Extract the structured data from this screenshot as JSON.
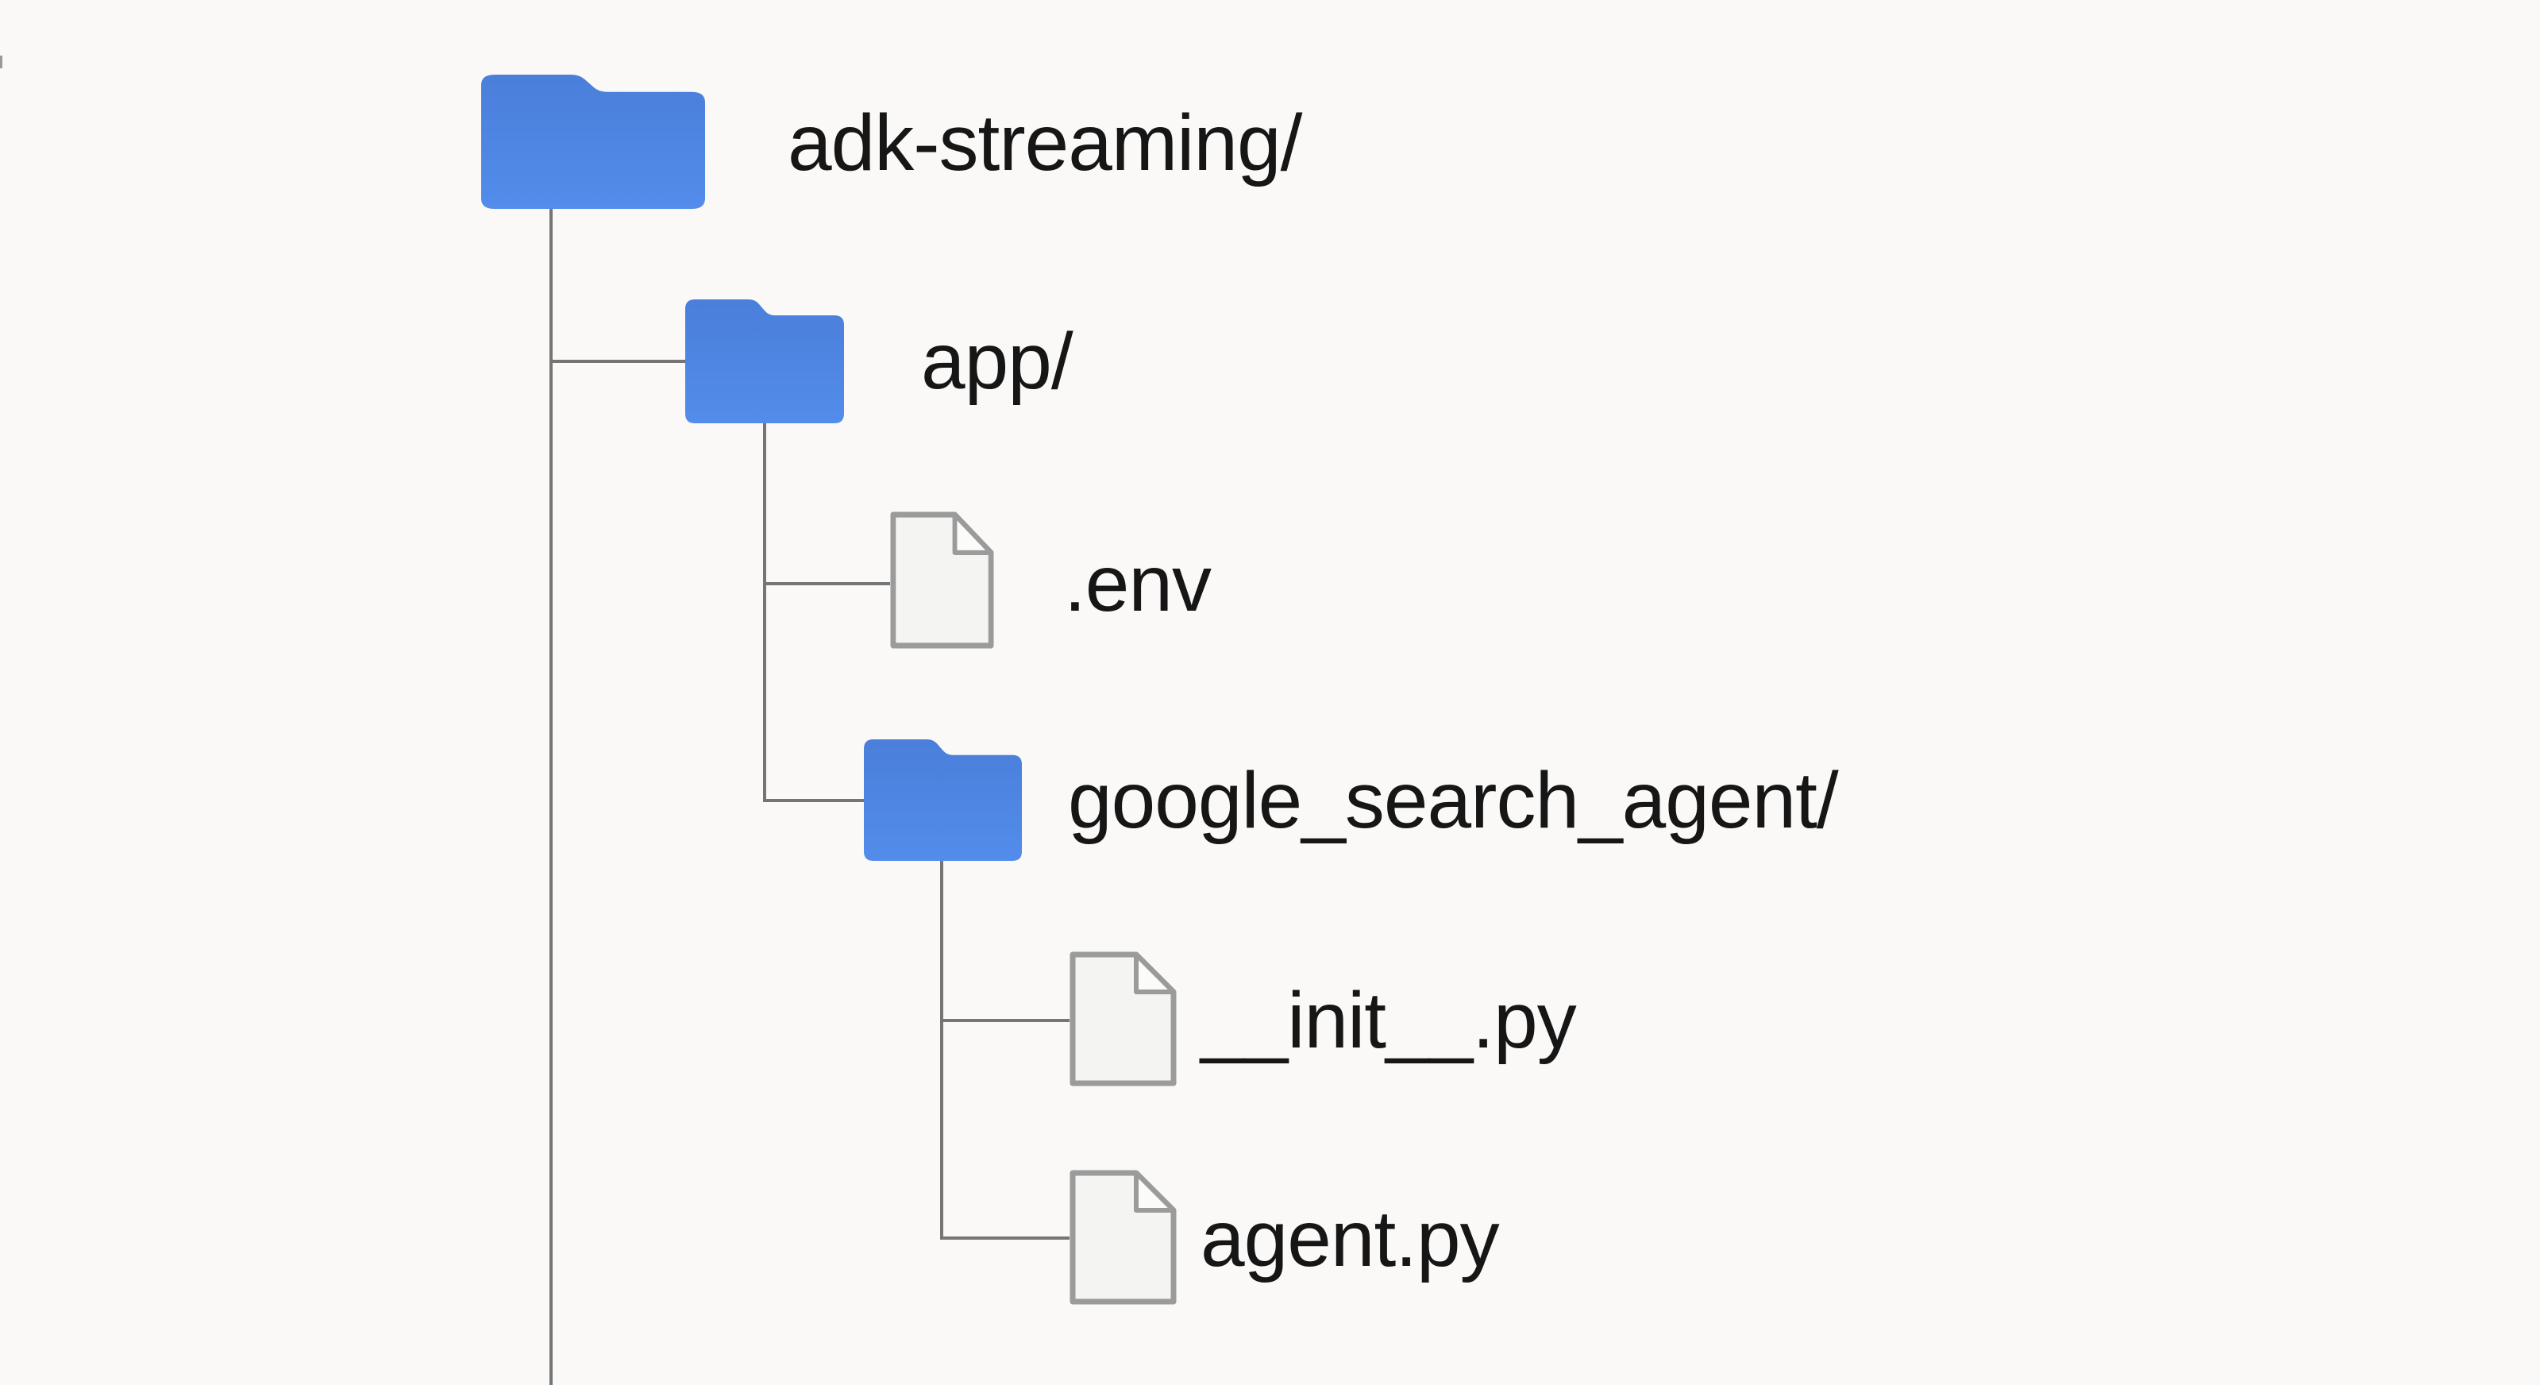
{
  "diagram": {
    "type": "file-tree",
    "background_color": "#faf9f7",
    "folder_color": "#4c86e4",
    "file_fill_color": "#f4f4f3",
    "file_border_color": "#9b9b9b",
    "connector_color": "#757575",
    "text_color": "#161616",
    "tree": {
      "root": {
        "label": "adk-streaming/",
        "type": "folder"
      },
      "nodes": [
        {
          "label": "adk-streaming/",
          "type": "folder",
          "depth": 0
        },
        {
          "label": "app/",
          "type": "folder",
          "depth": 1
        },
        {
          "label": ".env",
          "type": "file",
          "depth": 2
        },
        {
          "label": "google_search_agent/",
          "type": "folder",
          "depth": 2
        },
        {
          "label": "__init__.py",
          "type": "file",
          "depth": 3
        },
        {
          "label": "agent.py",
          "type": "file",
          "depth": 3
        }
      ]
    }
  }
}
